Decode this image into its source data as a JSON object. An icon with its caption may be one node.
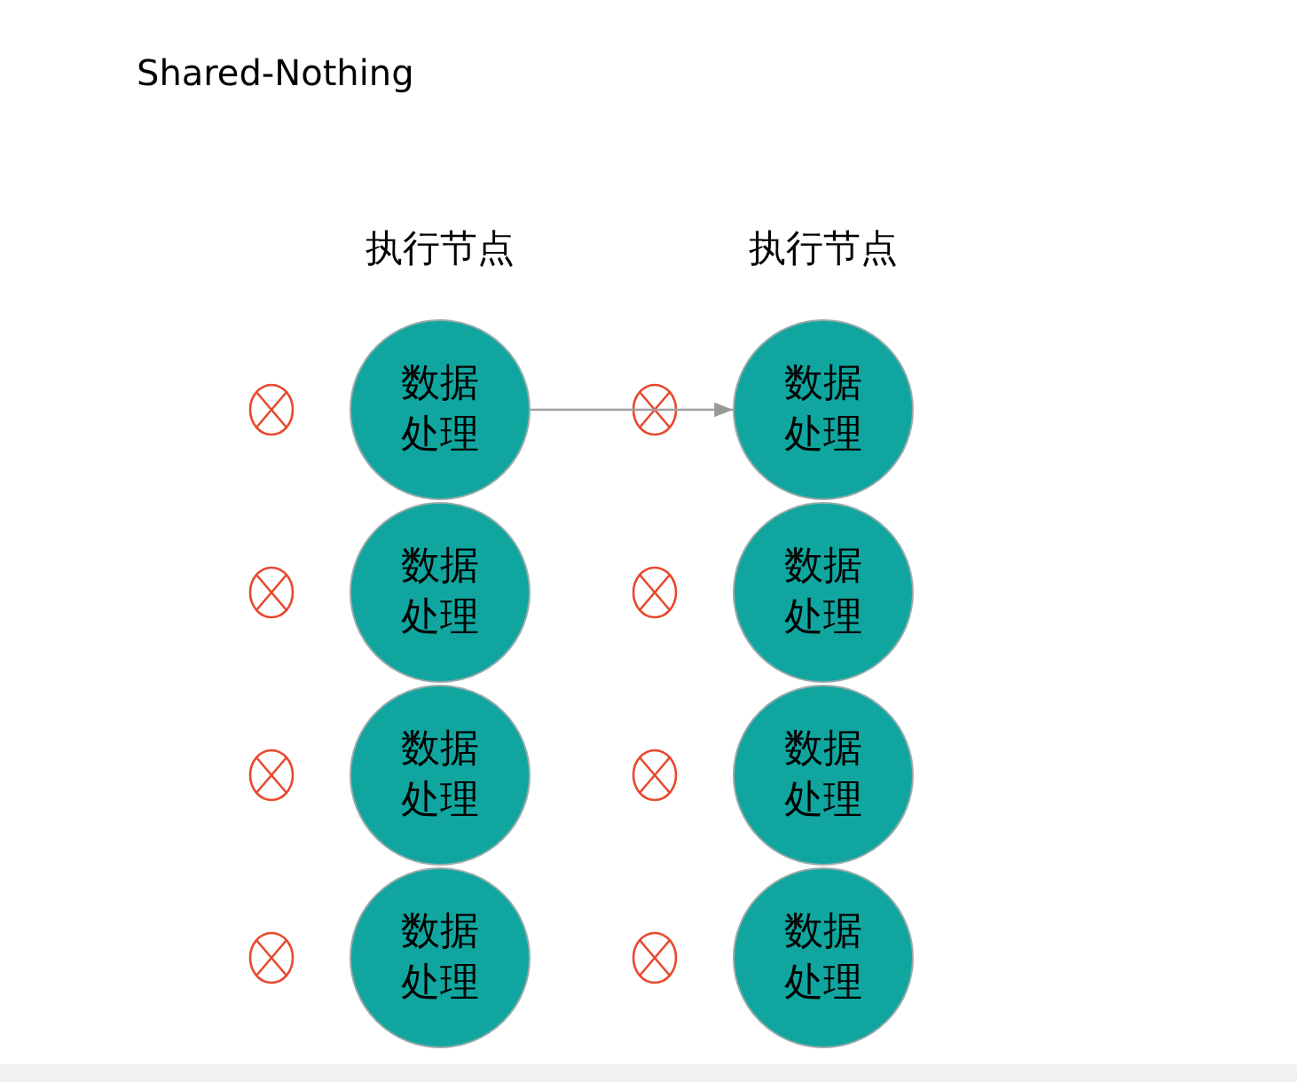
{
  "diagram": {
    "title": "Shared-Nothing",
    "nodes": [
      {
        "text": [
          "数据处理"
        ]
      },
      {
        "text": [
          "数据处理"
        ]
      },
      {
        "text": [
          "数据处理"
        ]
      },
      {
        "text": [
          "数据处理"
        ]
      },
      {
        "text": [
          "数据处理"
        ]
      },
      {
        "text": [
          "数据处理"
        ]
      },
      {
        "text": [
          "数据处理"
        ]
      },
      {
        "text": [
          "数据处理"
        ]
      }
    ],
    "edges": [
      {
        "from": 0,
        "to": 4,
        "arrow": "to"
      }
    ],
    "labels": [
      "执行节点",
      "执行节点"
    ]
  }
}
